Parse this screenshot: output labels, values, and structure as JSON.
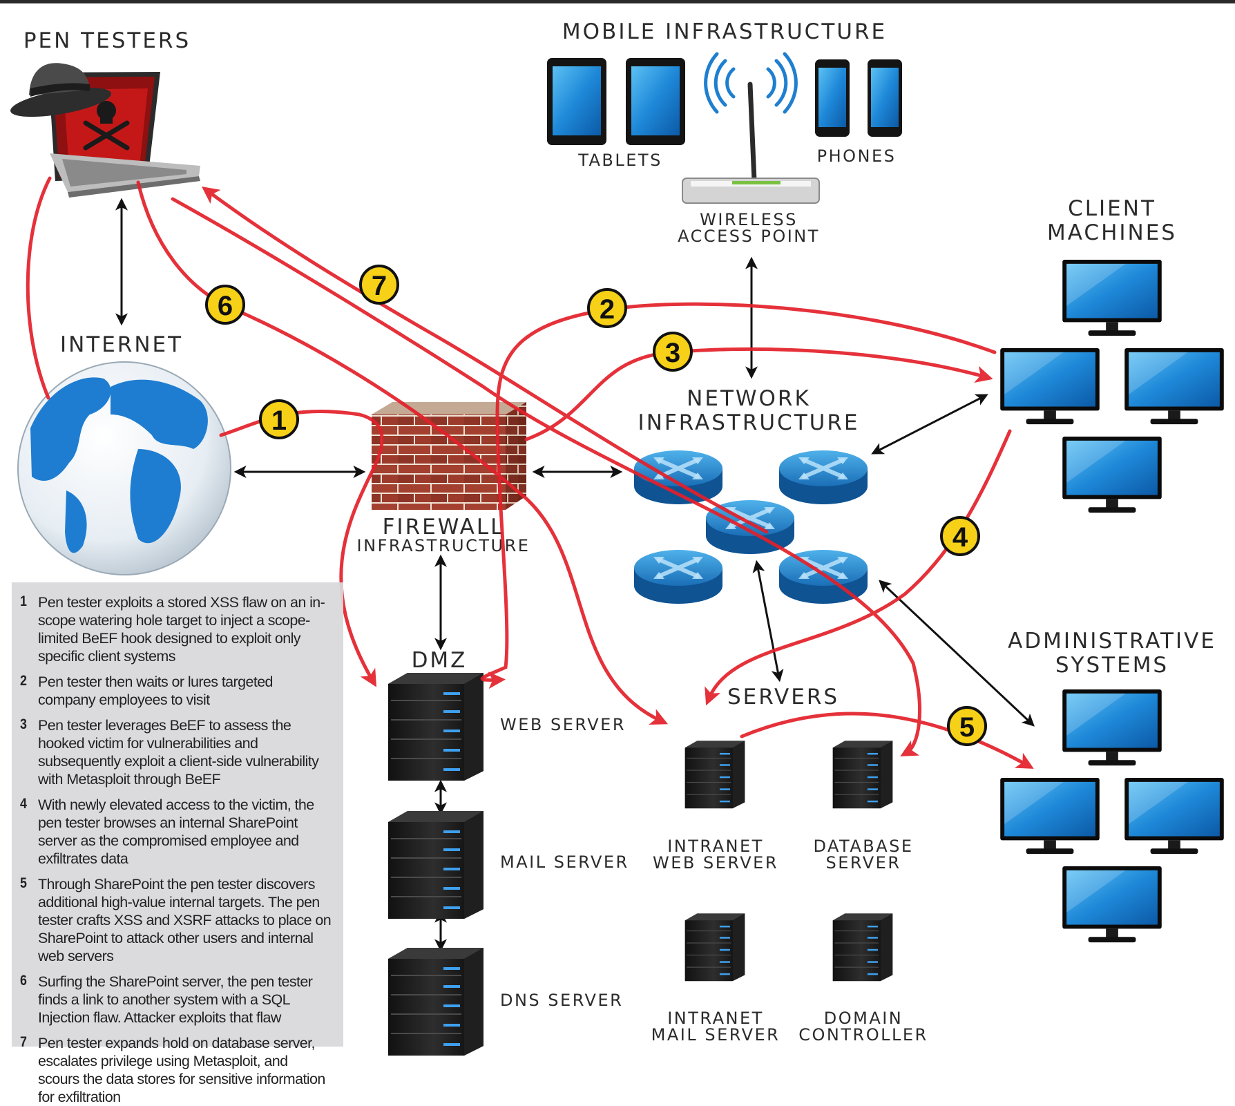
{
  "labels": {
    "pen_testers": "PEN TESTERS",
    "internet": "INTERNET",
    "mobile_infrastructure": "MOBILE INFRASTRUCTURE",
    "tablets": "TABLETS",
    "phones": "PHONES",
    "wireless_line1": "WIRELESS",
    "wireless_line2": "ACCESS POINT",
    "client_line1": "CLIENT",
    "client_line2": "MACHINES",
    "network_line1": "NETWORK",
    "network_line2": "INFRASTRUCTURE",
    "firewall_line1": "FIREWALL",
    "firewall_line2": "INFRASTRUCTURE",
    "dmz": "DMZ",
    "web_server": "WEB SERVER",
    "mail_server": "MAIL SERVER",
    "dns_server": "DNS SERVER",
    "servers": "SERVERS",
    "intranet_web_line1": "INTRANET",
    "intranet_web_line2": "WEB SERVER",
    "database_line1": "DATABASE",
    "database_line2": "SERVER",
    "intranet_mail_line1": "INTRANET",
    "intranet_mail_line2": "MAIL SERVER",
    "domain_line1": "DOMAIN",
    "domain_line2": "CONTROLLER",
    "admin_line1": "ADMINISTRATIVE",
    "admin_line2": "SYSTEMS"
  },
  "badges": [
    "1",
    "2",
    "3",
    "4",
    "5",
    "6",
    "7"
  ],
  "steps": [
    {
      "num": "1",
      "text": "Pen tester exploits a stored XSS flaw on an in-scope watering hole target to inject a scope-limited BeEF hook designed to exploit only specific client systems"
    },
    {
      "num": "2",
      "text": "Pen tester then waits or lures targeted company employees to visit"
    },
    {
      "num": "3",
      "text": "Pen tester leverages BeEF to assess the hooked victim for vulnerabilities and subsequently exploit a client-side vulnerability with Metasploit through BeEF"
    },
    {
      "num": "4",
      "text": "With newly elevated access to the victim, the pen tester browses an internal SharePoint server as the compromised employee and exfiltrates data"
    },
    {
      "num": "5",
      "text": "Through SharePoint the pen tester discovers additional high-value internal targets. The pen tester crafts XSS and XSRF attacks to place on SharePoint to attack other users and internal web servers"
    },
    {
      "num": "6",
      "text": "Surfing the SharePoint server, the pen tester finds a link to another system with a SQL Injection flaw. Attacker exploits that flaw"
    },
    {
      "num": "7",
      "text": "Pen tester expands hold on database server, escalates privilege using Metasploit, and scours the data stores for sensitive information for exfiltration"
    }
  ],
  "icons": {
    "laptop": "hacker-laptop-icon",
    "hat": "fedora-hat-icon",
    "skull": "skull-crossbones-icon",
    "globe": "globe-icon",
    "firewall": "brick-wall-icon",
    "router": "router-icon",
    "wireless": "wireless-router-icon",
    "server": "server-rack-icon",
    "monitor": "monitor-icon",
    "tablet": "tablet-icon",
    "phone": "phone-icon"
  },
  "colors": {
    "attack_path": "#e3202a",
    "badge_fill": "#f7d117",
    "link_arrow": "#111111",
    "device_blue": "#1e88d8",
    "brick": "#9b3b2d",
    "legend_bg": "#d9d9db"
  }
}
